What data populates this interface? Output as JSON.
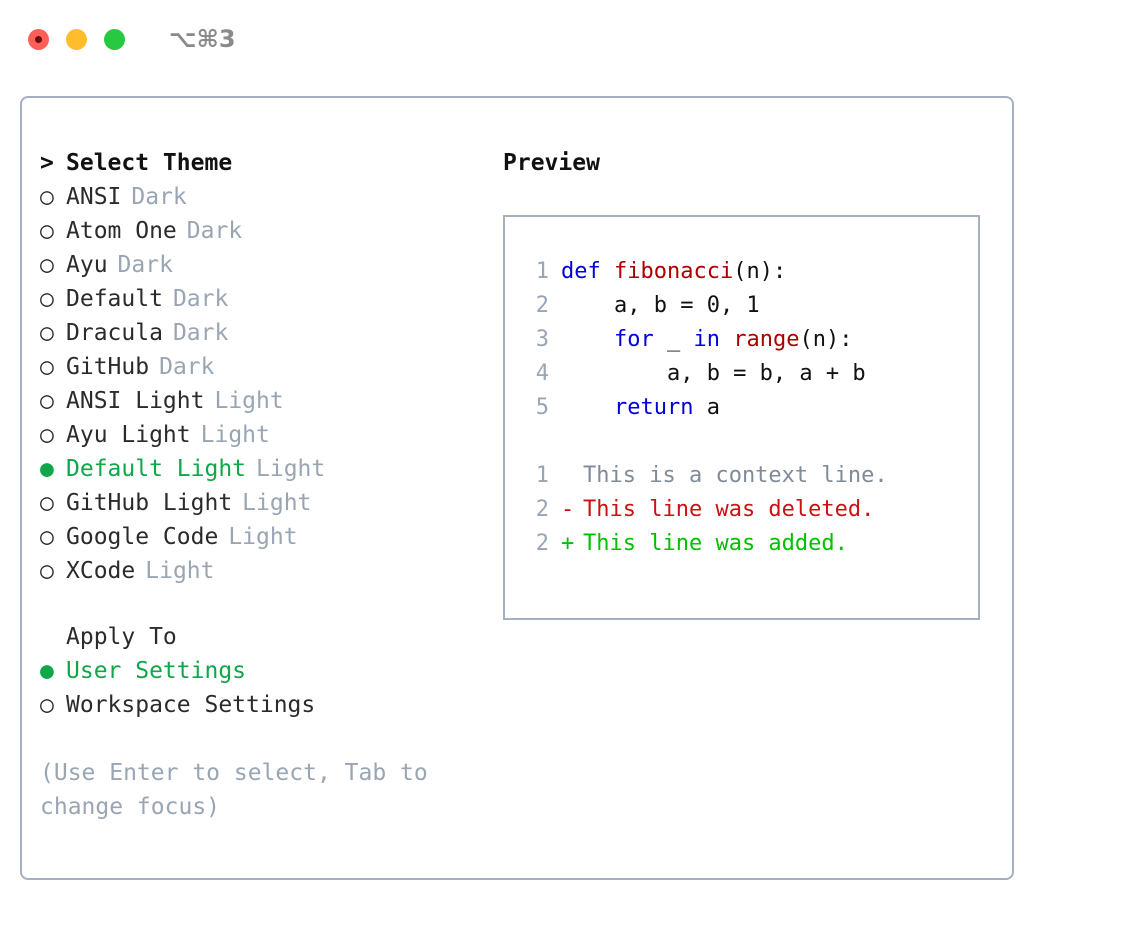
{
  "titlebar": {
    "shortcut": "⌥⌘3",
    "buttons": [
      {
        "name": "close",
        "color": "#ff5f57"
      },
      {
        "name": "minimize",
        "color": "#ffbd2e"
      },
      {
        "name": "maximize",
        "color": "#28c840"
      }
    ]
  },
  "colors": {
    "selected_green": "#10a64a",
    "muted": "#9aa5b4",
    "border": "#a5b0c0",
    "keyword_blue": "#0000dd",
    "function_red": "#aa0000",
    "diff_delete": "#cc1111",
    "diff_add": "#00c000",
    "text": "#2b2b2b"
  },
  "glyphs": {
    "caret": ">",
    "radio_off": "○",
    "radio_on": "●"
  },
  "theme_picker": {
    "header": "Select Theme",
    "items": [
      {
        "name": "ANSI",
        "tag": "Dark",
        "selected": false
      },
      {
        "name": "Atom One",
        "tag": "Dark",
        "selected": false
      },
      {
        "name": "Ayu",
        "tag": "Dark",
        "selected": false
      },
      {
        "name": "Default",
        "tag": "Dark",
        "selected": false
      },
      {
        "name": "Dracula",
        "tag": "Dark",
        "selected": false
      },
      {
        "name": "GitHub",
        "tag": "Dark",
        "selected": false
      },
      {
        "name": "ANSI Light",
        "tag": "Light",
        "selected": false
      },
      {
        "name": "Ayu Light",
        "tag": "Light",
        "selected": false
      },
      {
        "name": "Default Light",
        "tag": "Light",
        "selected": true
      },
      {
        "name": "GitHub Light",
        "tag": "Light",
        "selected": false
      },
      {
        "name": "Google Code",
        "tag": "Light",
        "selected": false
      },
      {
        "name": "XCode",
        "tag": "Light",
        "selected": false
      }
    ]
  },
  "apply_to": {
    "header": "Apply To",
    "items": [
      {
        "name": "User Settings",
        "selected": true
      },
      {
        "name": "Workspace Settings",
        "selected": false
      }
    ]
  },
  "hint": "(Use Enter to select, Tab to change focus)",
  "preview": {
    "title": "Preview",
    "code_lines": [
      {
        "lineno": "1",
        "tokens": [
          {
            "t": "def ",
            "k": "kw"
          },
          {
            "t": "fibonacci",
            "k": "fn"
          },
          {
            "t": "(n):",
            "k": "plain"
          }
        ]
      },
      {
        "lineno": "2",
        "tokens": [
          {
            "t": "    a, b = 0, 1",
            "k": "plain"
          }
        ]
      },
      {
        "lineno": "3",
        "tokens": [
          {
            "t": "    ",
            "k": "plain"
          },
          {
            "t": "for",
            "k": "kw"
          },
          {
            "t": " _ ",
            "k": "plain"
          },
          {
            "t": "in",
            "k": "kw"
          },
          {
            "t": " ",
            "k": "plain"
          },
          {
            "t": "range",
            "k": "fn"
          },
          {
            "t": "(n):",
            "k": "plain"
          }
        ]
      },
      {
        "lineno": "4",
        "tokens": [
          {
            "t": "        a, b = b, a + b",
            "k": "plain"
          }
        ]
      },
      {
        "lineno": "5",
        "tokens": [
          {
            "t": "    ",
            "k": "plain"
          },
          {
            "t": "return",
            "k": "kw"
          },
          {
            "t": " a",
            "k": "plain"
          }
        ]
      }
    ],
    "diff_lines": [
      {
        "lineno": "1",
        "mark": " ",
        "text": "This is a context line.",
        "kind": "ctx"
      },
      {
        "lineno": "2",
        "mark": "-",
        "text": "This line was deleted.",
        "kind": "del"
      },
      {
        "lineno": "2",
        "mark": "+",
        "text": "This line was added.",
        "kind": "add"
      }
    ]
  }
}
